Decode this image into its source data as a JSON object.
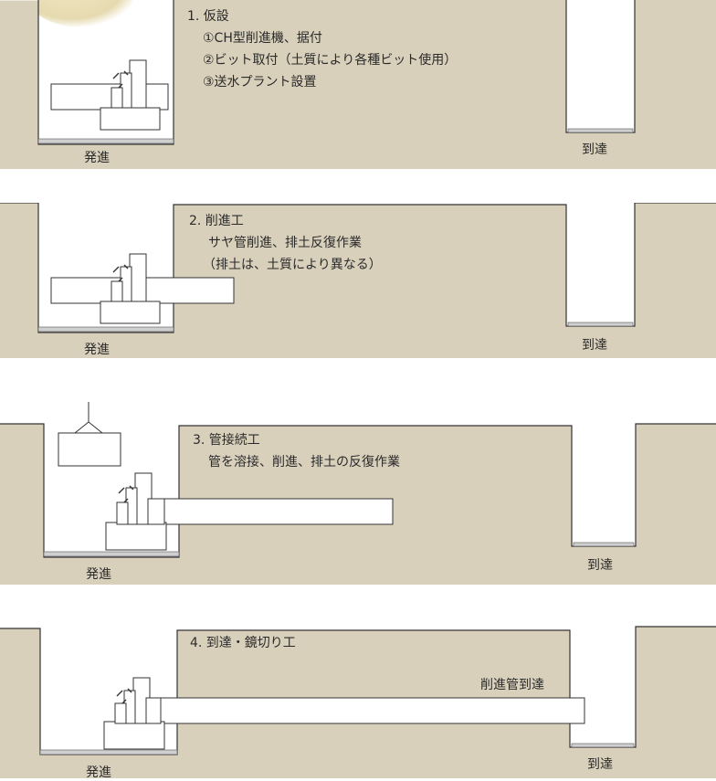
{
  "stages": [
    {
      "title": "1. 仮設",
      "lines": [
        "①CH型削進機、据付",
        "②ビット取付（土質により各種ビット使用）",
        "③送水プラント設置"
      ],
      "start_label": "発進",
      "end_label": "到達"
    },
    {
      "title": "2. 削進工",
      "lines": [
        "サヤ管削進、排土反復作業",
        "（排土は、土質により異なる）"
      ],
      "start_label": "発進",
      "end_label": "到達"
    },
    {
      "title": "3. 管接続工",
      "lines": [
        "管を溶接、削進、排土の反復作業"
      ],
      "start_label": "発進",
      "end_label": "到達"
    },
    {
      "title": "4. 到達・鏡切り工",
      "lines": [],
      "pipe_label": "削進管到達",
      "start_label": "発進",
      "end_label": "到達"
    }
  ],
  "colors": {
    "ground": "#d9d0bc",
    "outline": "#333333",
    "fill": "#ffffff"
  }
}
